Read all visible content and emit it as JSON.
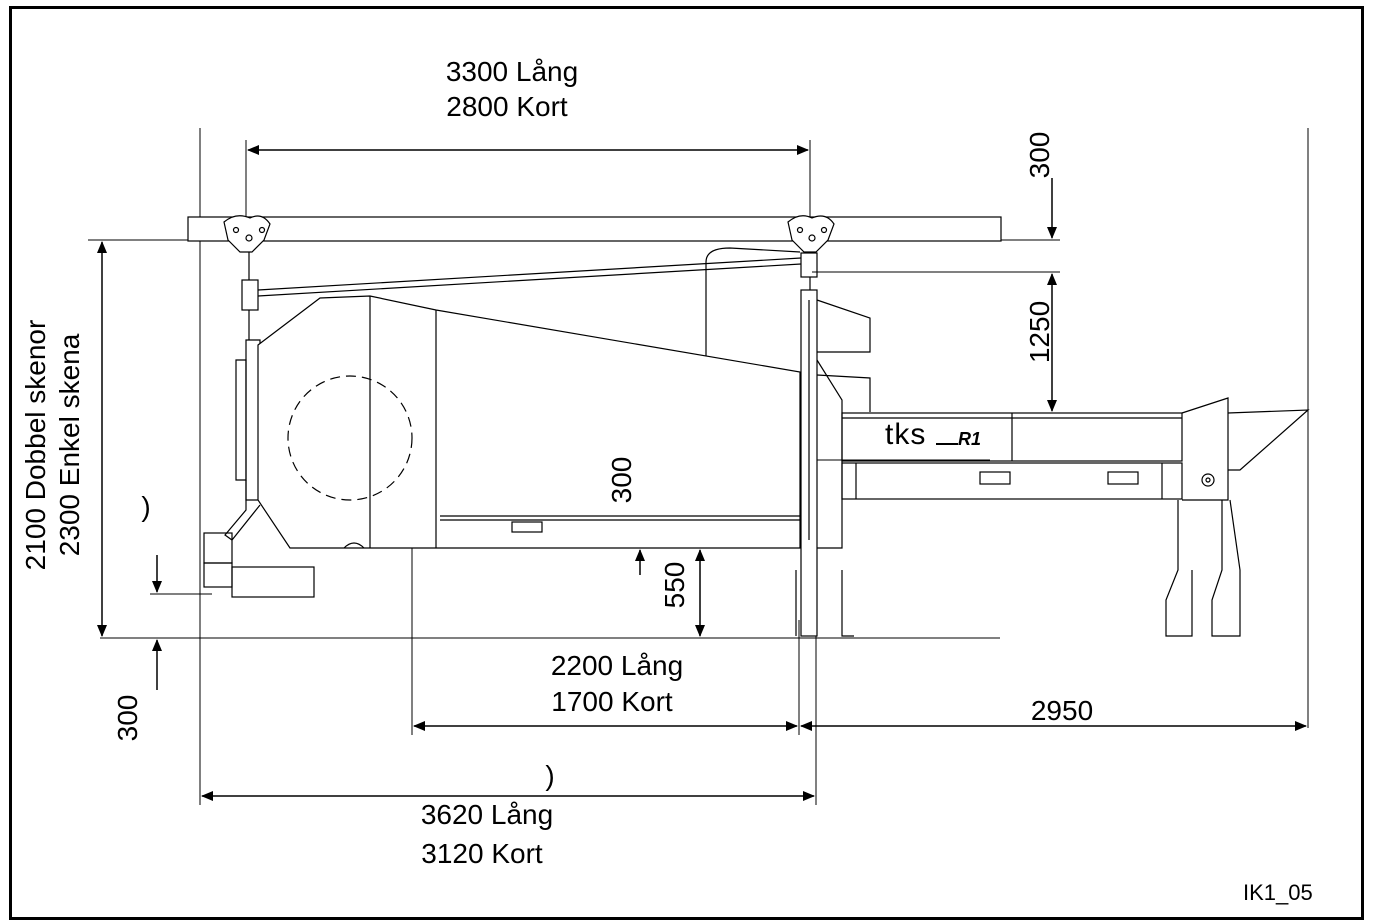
{
  "drawing_id": "IK1_05",
  "brand": {
    "logo_text": "tks",
    "model": "R1"
  },
  "dimensions": {
    "top_span": {
      "line1": "3300  Lång",
      "line2": "2800  Kort"
    },
    "rail_clearance": "300",
    "height_1250": "1250",
    "height_300_mid": "300",
    "height_550": "550",
    "mid_span": {
      "line1": "2200  Lång",
      "line2": "1700  Kort"
    },
    "right_span": "2950",
    "paren_bottom": ")",
    "paren_left": ")",
    "bottom_span": {
      "line1": "3620  Lång",
      "line2": "3120  Kort"
    },
    "left_height": {
      "line1": "2100 Dobbel skenor",
      "line2": "2300 Enkel skena"
    },
    "left_300": "300"
  }
}
